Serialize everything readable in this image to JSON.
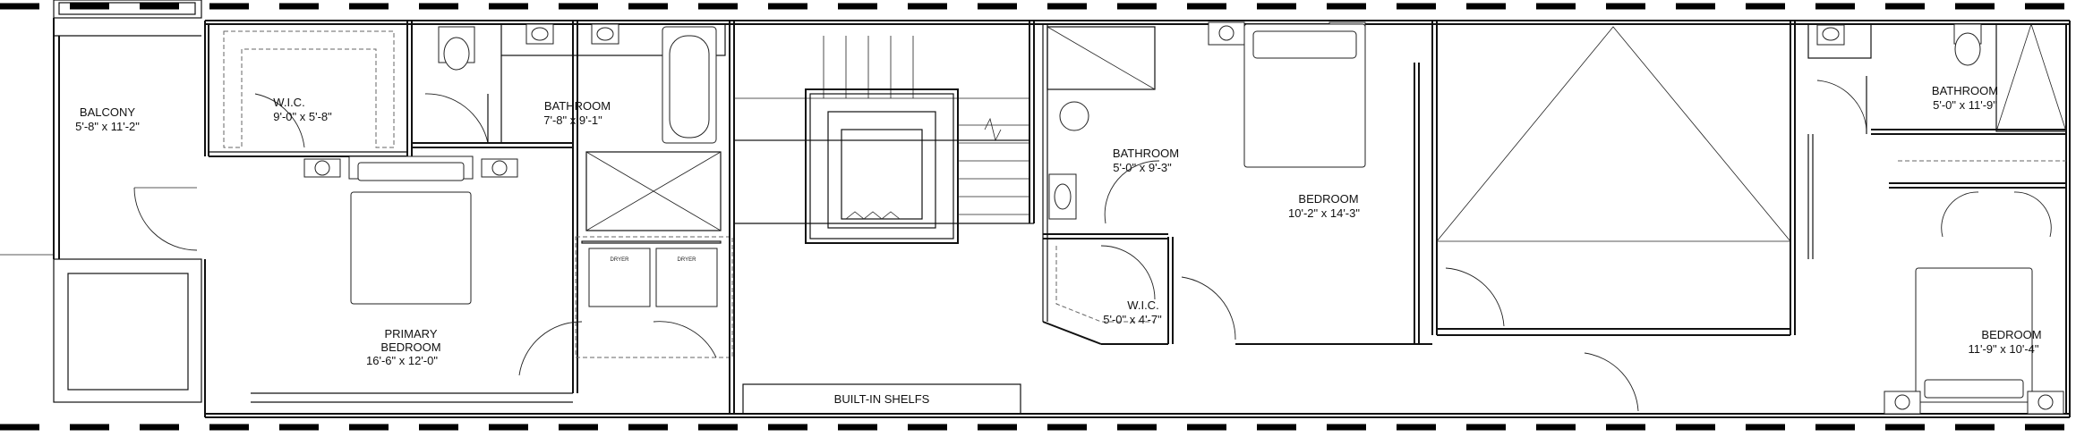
{
  "plan": {
    "rooms": [
      {
        "id": "balcony",
        "name": "BALCONY",
        "dims": "5'-8\" x 11'-2\""
      },
      {
        "id": "wic1",
        "name": "W.I.C.",
        "dims": "9'-0\" x 5'-8\""
      },
      {
        "id": "bath1",
        "name": "BATHROOM",
        "dims": "7'-8\" x 9'-1\""
      },
      {
        "id": "primary",
        "name": "PRIMARY",
        "name2": "BEDROOM",
        "dims": "16'-6\" x 12'-0\""
      },
      {
        "id": "bath2",
        "name": "BATHROOM",
        "dims": "5'-0\" x 9'-3\""
      },
      {
        "id": "wic2",
        "name": "W.I.C.",
        "dims": "5'-0\" x 4'-7\""
      },
      {
        "id": "bed2",
        "name": "BEDROOM",
        "dims": "10'-2\" x 14'-3\""
      },
      {
        "id": "bath3",
        "name": "BATHROOM",
        "dims": "5'-0\" x 11'-9\""
      },
      {
        "id": "bed3",
        "name": "BEDROOM",
        "dims": "11'-9\" x 10'-4\""
      }
    ],
    "shelves_label": "BUILT-IN SHELFS",
    "dryer_label": "DRYER"
  }
}
